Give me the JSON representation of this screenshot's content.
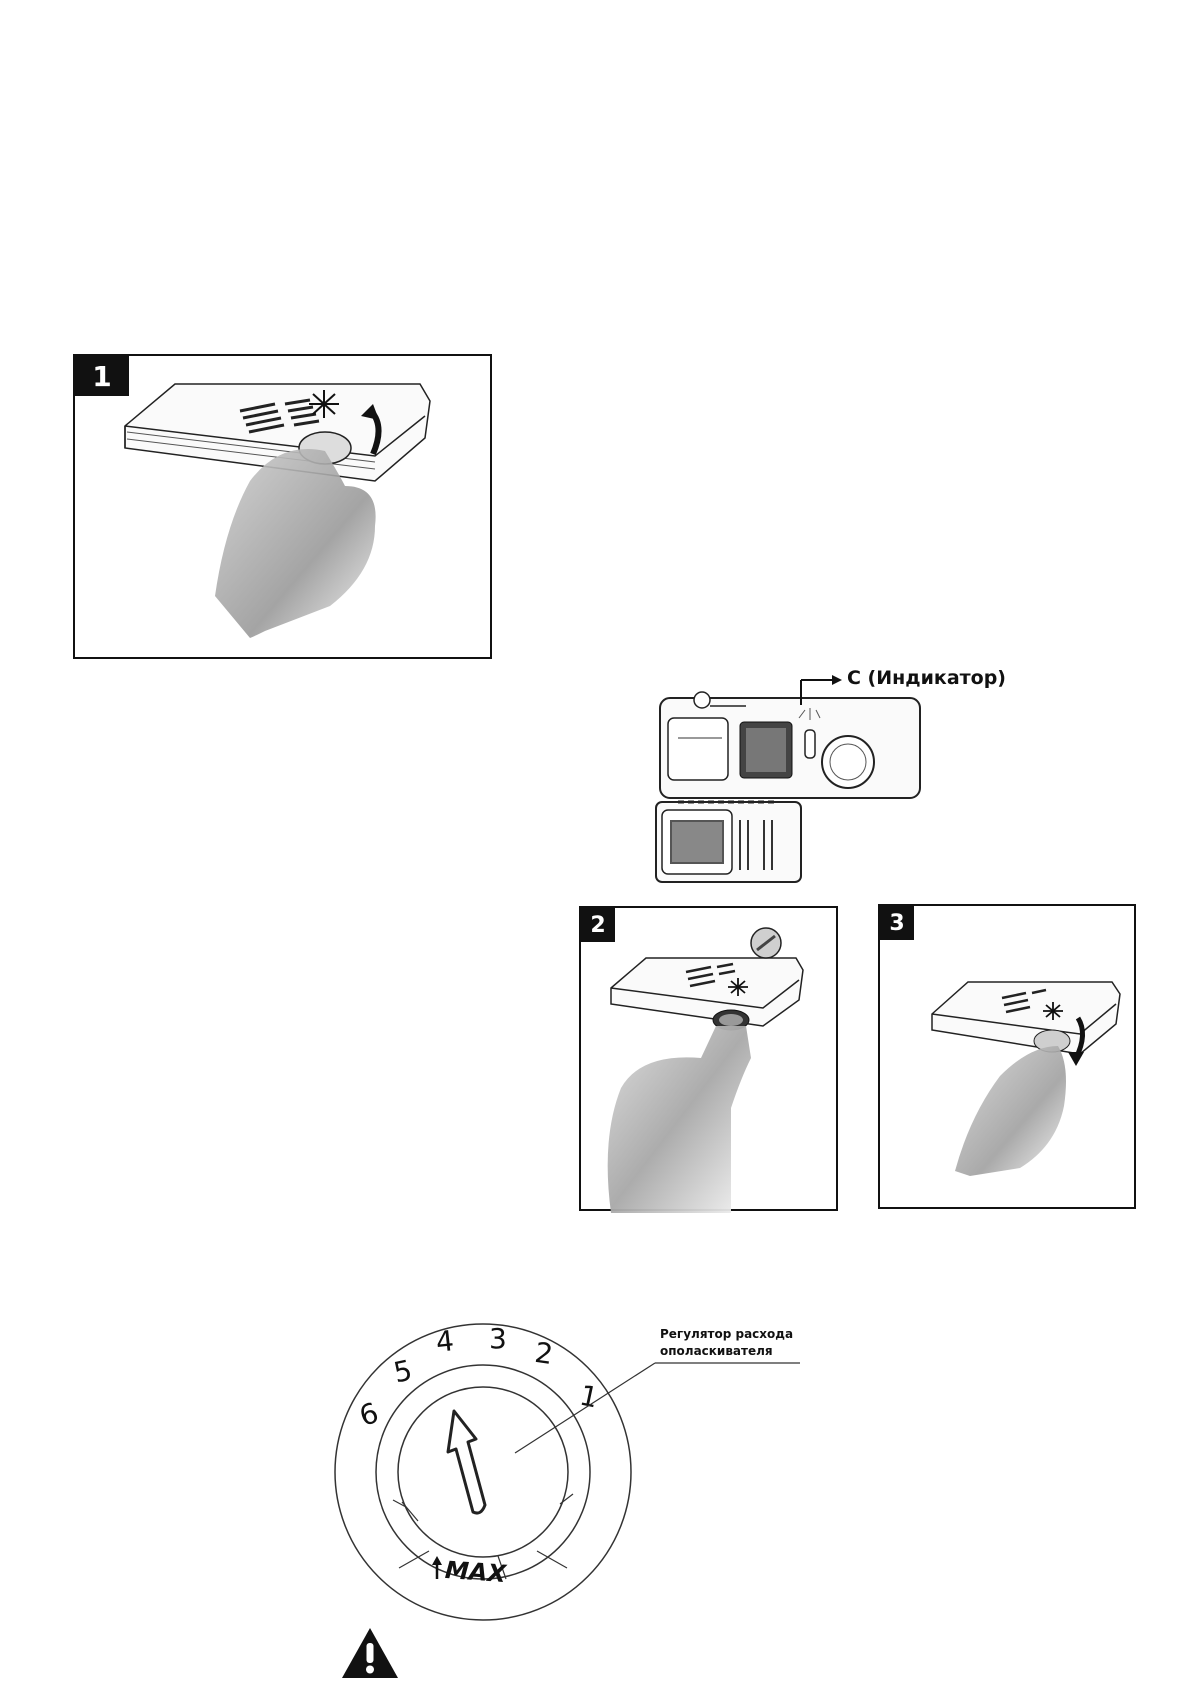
{
  "steps": [
    {
      "number": "1"
    },
    {
      "number": "2"
    },
    {
      "number": "3"
    }
  ],
  "dispenser": {
    "indicator_label": "C (Индикатор)"
  },
  "dial": {
    "numbers": [
      "1",
      "2",
      "3",
      "4",
      "5",
      "6"
    ],
    "max_label": "MAX",
    "callout_line1": "Регулятор расхода",
    "callout_line2": "ополаскивателя"
  },
  "warning": {
    "icon": "warning-triangle-icon"
  }
}
